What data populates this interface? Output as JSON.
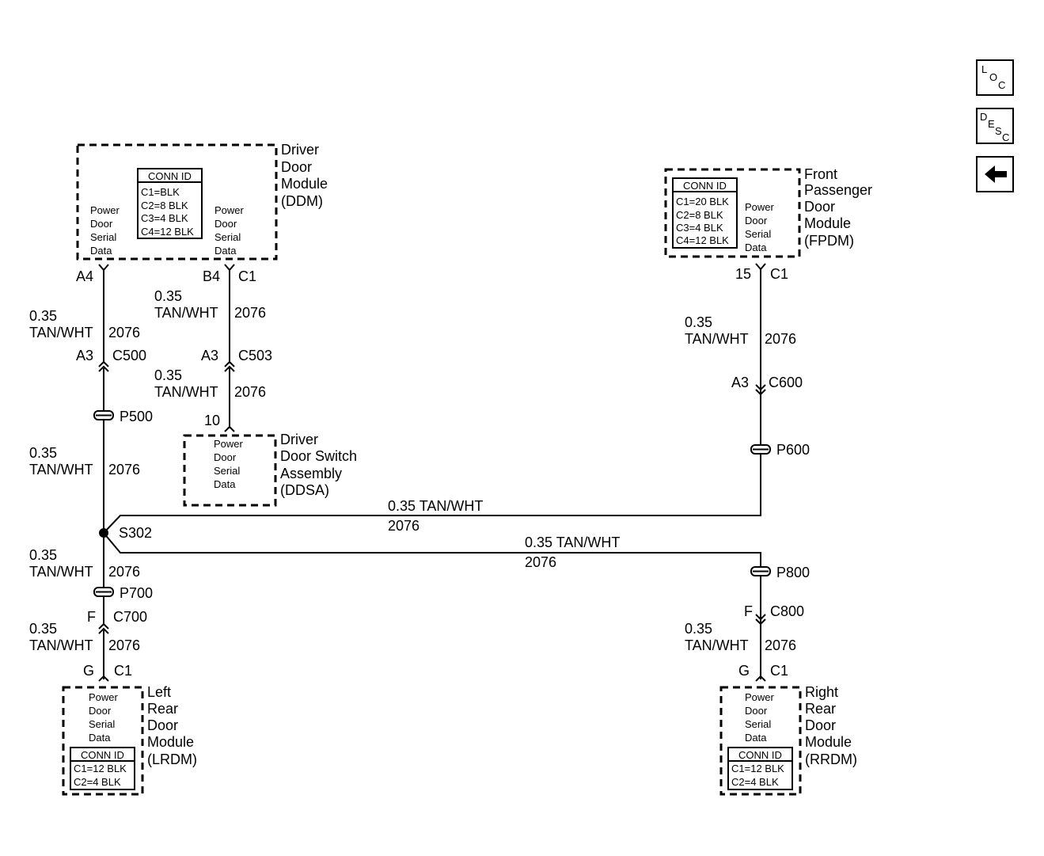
{
  "nav": {
    "loc_label": "LOC",
    "desc_label": "DESC"
  },
  "ddm": {
    "name": [
      "Driver",
      "Door",
      "Module",
      "(DDM)"
    ],
    "conn_title": "CONN ID",
    "conn_items": [
      "C1=BLK",
      "C2=8 BLK",
      "C3=4 BLK",
      "C4=12 BLK"
    ],
    "left_func": [
      "Power",
      "Door",
      "Serial",
      "Data"
    ],
    "right_func": [
      "Power",
      "Door",
      "Serial",
      "Data"
    ],
    "pin_left": "A4",
    "pin_right": "B4",
    "conn_right": "C1"
  },
  "fpdm": {
    "name": [
      "Front",
      "Passenger",
      "Door",
      "Module",
      "(FPDM)"
    ],
    "conn_title": "CONN ID",
    "conn_items": [
      "C1=20 BLK",
      "C2=8 BLK",
      "C3=4 BLK",
      "C4=12 BLK"
    ],
    "func": [
      "Power",
      "Door",
      "Serial",
      "Data"
    ],
    "pin": "15",
    "conn": "C1"
  },
  "ddsa": {
    "name": [
      "Driver",
      "Door Switch",
      "Assembly",
      "(DDSA)"
    ],
    "func": [
      "Power",
      "Door",
      "Serial",
      "Data"
    ],
    "pin": "10"
  },
  "lrdm": {
    "name": [
      "Left",
      "Rear",
      "Door",
      "Module",
      "(LRDM)"
    ],
    "func": [
      "Power",
      "Door",
      "Serial",
      "Data"
    ],
    "conn_title": "CONN ID",
    "conn_items": [
      "C1=12 BLK",
      "C2=4 BLK"
    ],
    "pin": "G",
    "conn": "C1"
  },
  "rrdm": {
    "name": [
      "Right",
      "Rear",
      "Door",
      "Module",
      "(RRDM)"
    ],
    "func": [
      "Power",
      "Door",
      "Serial",
      "Data"
    ],
    "conn_title": "CONN ID",
    "conn_items": [
      "C1=12 BLK",
      "C2=4 BLK"
    ],
    "pin": "G",
    "conn": "C1"
  },
  "wires": {
    "w_ddm_left": {
      "size": "0.35",
      "color": "TAN/WHT",
      "circuit": "2076"
    },
    "w_ddm_right_top": {
      "size": "0.35",
      "color": "TAN/WHT",
      "circuit": "2076"
    },
    "w_ddm_right_bottom": {
      "size": "0.35",
      "color": "TAN/WHT",
      "circuit": "2076"
    },
    "w_main_mid": {
      "size": "0.35",
      "color": "TAN/WHT",
      "circuit": "2076"
    },
    "w_main_lower": {
      "size": "0.35",
      "color": "TAN/WHT",
      "circuit": "2076"
    },
    "w_lrdm": {
      "size": "0.35",
      "color": "TAN/WHT",
      "circuit": "2076"
    },
    "w_fpdm": {
      "size": "0.35",
      "color": "TAN/WHT",
      "circuit": "2076"
    },
    "w_rrdm": {
      "size": "0.35",
      "color": "TAN/WHT",
      "circuit": "2076"
    },
    "h_fpdm": {
      "label": "0.35 TAN/WHT",
      "circuit": "2076"
    },
    "h_rrdm": {
      "label": "0.35 TAN/WHT",
      "circuit": "2076"
    }
  },
  "connectors": {
    "c500": {
      "pin": "A3",
      "name": "C500"
    },
    "c503": {
      "pin": "A3",
      "name": "C503"
    },
    "c600": {
      "pin": "A3",
      "name": "C600"
    },
    "c700": {
      "pin": "F",
      "name": "C700"
    },
    "c800": {
      "pin": "F",
      "name": "C800"
    }
  },
  "passthroughs": {
    "p500": "P500",
    "p600": "P600",
    "p700": "P700",
    "p800": "P800"
  },
  "splice": "S302"
}
